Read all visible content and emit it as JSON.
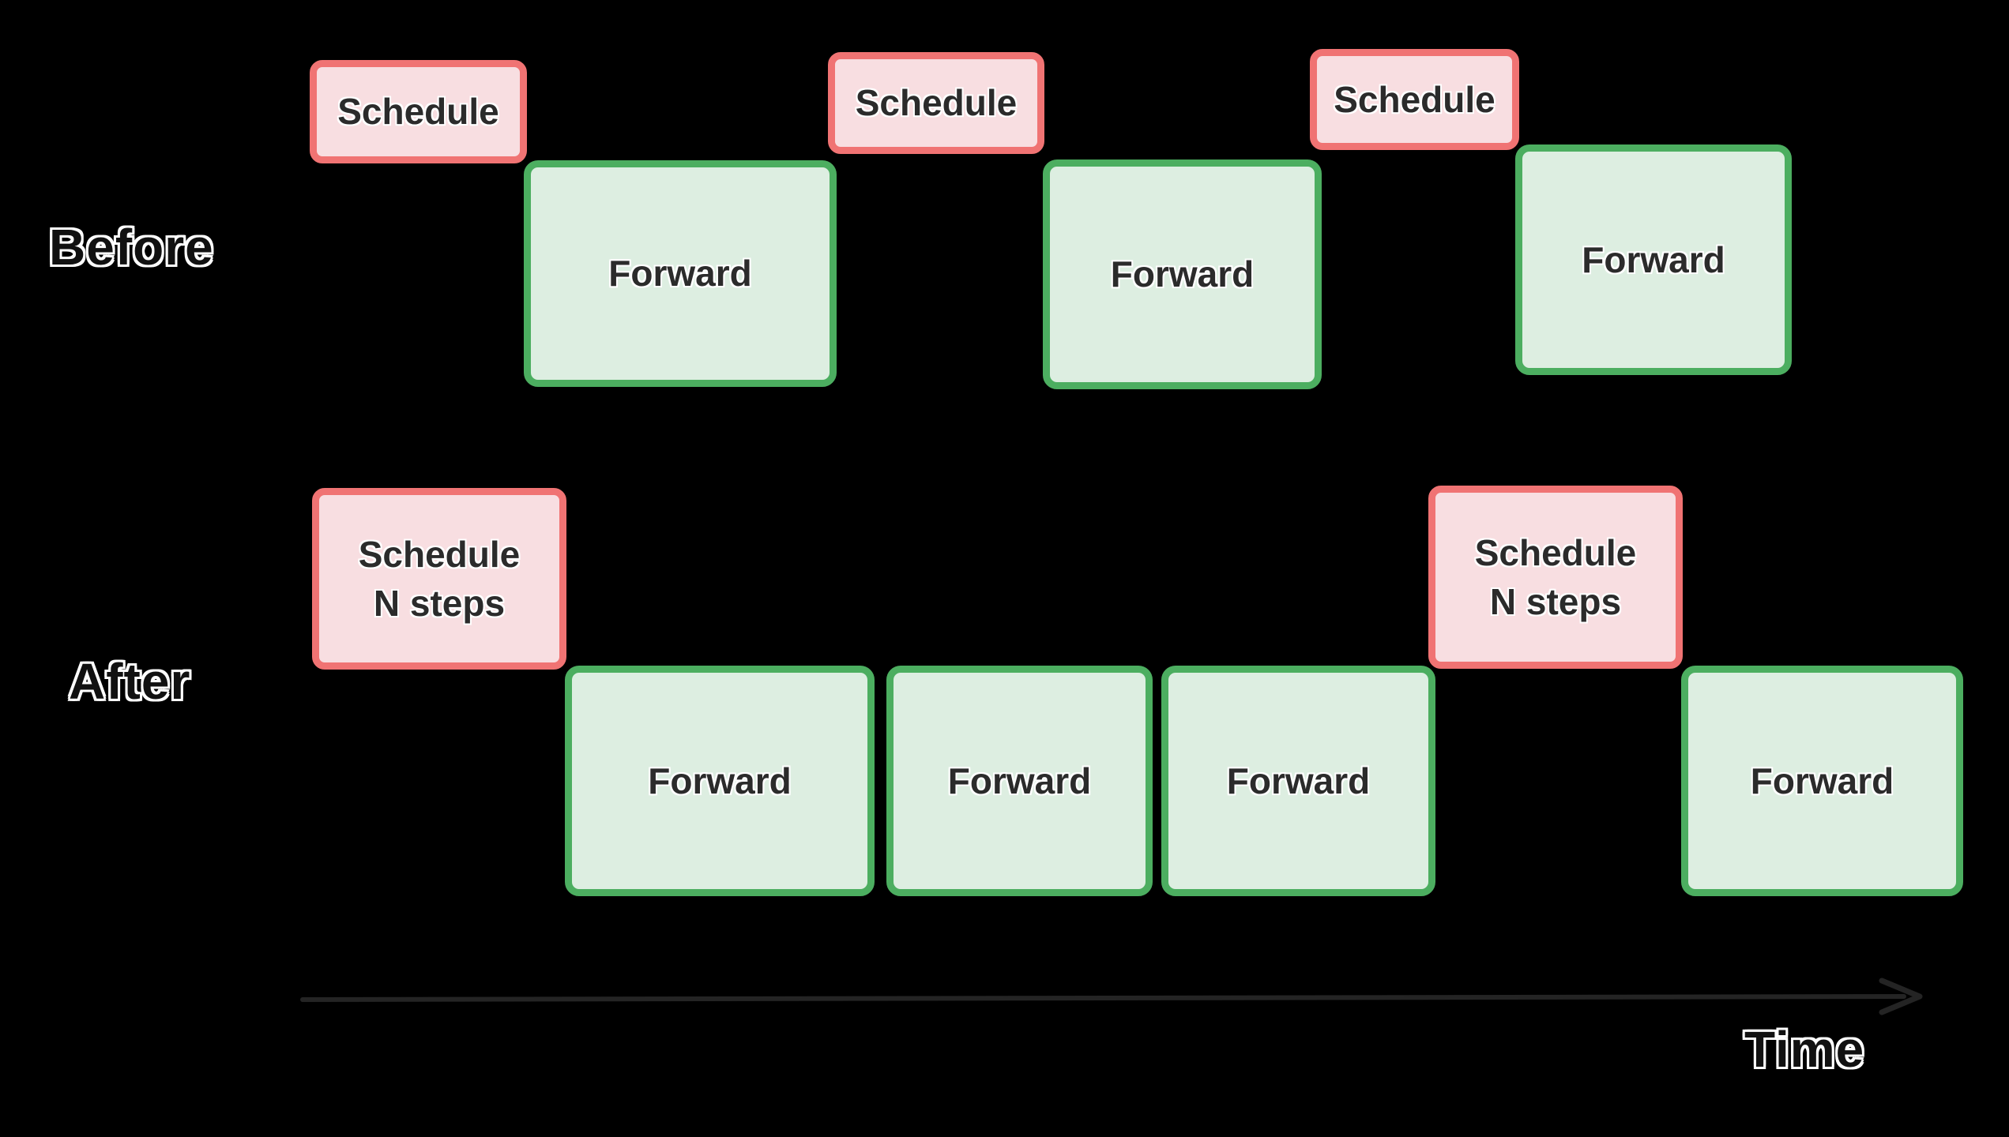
{
  "colors": {
    "background": "#000000",
    "schedule_fill": "#f8dee1",
    "schedule_border": "#f07373",
    "forward_fill": "#ddeee1",
    "forward_border": "#4cae60",
    "box_text": "#2b2b2b",
    "label_text": "#111111",
    "label_outline": "#ffffff",
    "axis_arrow": "#242424"
  },
  "before": {
    "label": "Before",
    "boxes": [
      {
        "type": "schedule",
        "lines": [
          "Schedule"
        ]
      },
      {
        "type": "forward",
        "lines": [
          "Forward"
        ]
      },
      {
        "type": "schedule",
        "lines": [
          "Schedule"
        ]
      },
      {
        "type": "forward",
        "lines": [
          "Forward"
        ]
      },
      {
        "type": "schedule",
        "lines": [
          "Schedule"
        ]
      },
      {
        "type": "forward",
        "lines": [
          "Forward"
        ]
      }
    ]
  },
  "after": {
    "label": "After",
    "boxes": [
      {
        "type": "schedule",
        "lines": [
          "Schedule",
          "N steps"
        ]
      },
      {
        "type": "forward",
        "lines": [
          "Forward"
        ]
      },
      {
        "type": "forward",
        "lines": [
          "Forward"
        ]
      },
      {
        "type": "forward",
        "lines": [
          "Forward"
        ]
      },
      {
        "type": "schedule",
        "lines": [
          "Schedule",
          "N steps"
        ]
      },
      {
        "type": "forward",
        "lines": [
          "Forward"
        ]
      }
    ]
  },
  "axis": {
    "label": "Time"
  }
}
